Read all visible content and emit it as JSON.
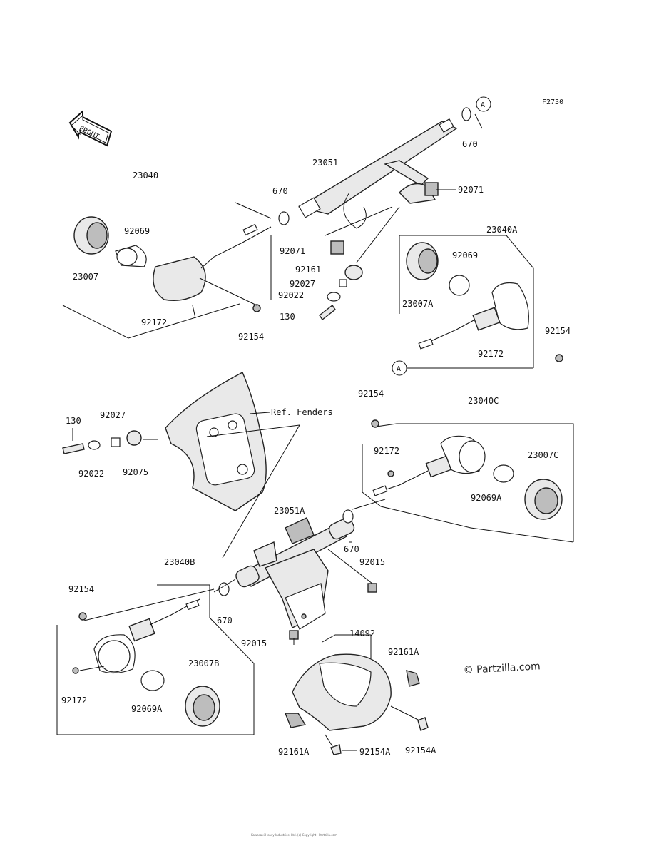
{
  "figure_code": "F2730",
  "front_arrow": "FRONT",
  "watermark": "© Partzilla.com",
  "ref_marker": "A",
  "footer": "Kawasaki Heavy Industries, Ltd. (c) Copyright - Partzilla.com",
  "labels": {
    "l23040": "23040",
    "l23051": "23051",
    "l670a": "670",
    "l670b": "670",
    "l92071a": "92071",
    "l92071b": "92071",
    "l92069": "92069",
    "l23007": "23007",
    "l92172a": "92172",
    "l92154a": "92154",
    "l92161": "92161",
    "l92027a": "92027",
    "l92022a": "92022",
    "l130a": "130",
    "l23040A": "23040A",
    "l92069b": "92069",
    "l23007A": "23007A",
    "l92154b": "92154",
    "l92172b": "92172",
    "l130b": "130",
    "l92027b": "92027",
    "l92022b": "92022",
    "l92075": "92075",
    "lRefFenders": "Ref. Fenders",
    "l92154c": "92154",
    "l23040C": "23040C",
    "l92172c": "92172",
    "l23007C": "23007C",
    "l92069A": "92069A",
    "l23051A": "23051A",
    "l670c": "670",
    "l92015a": "92015",
    "l23040B": "23040B",
    "l92154d": "92154",
    "l670d": "670",
    "l92015b": "92015",
    "l14092": "14092",
    "l92161A": "92161A",
    "l23007B": "23007B",
    "l92172d": "92172",
    "l92069A2": "92069A",
    "l92161A2": "92161A",
    "l92154A": "92154A",
    "l92154A2": "92154A"
  }
}
